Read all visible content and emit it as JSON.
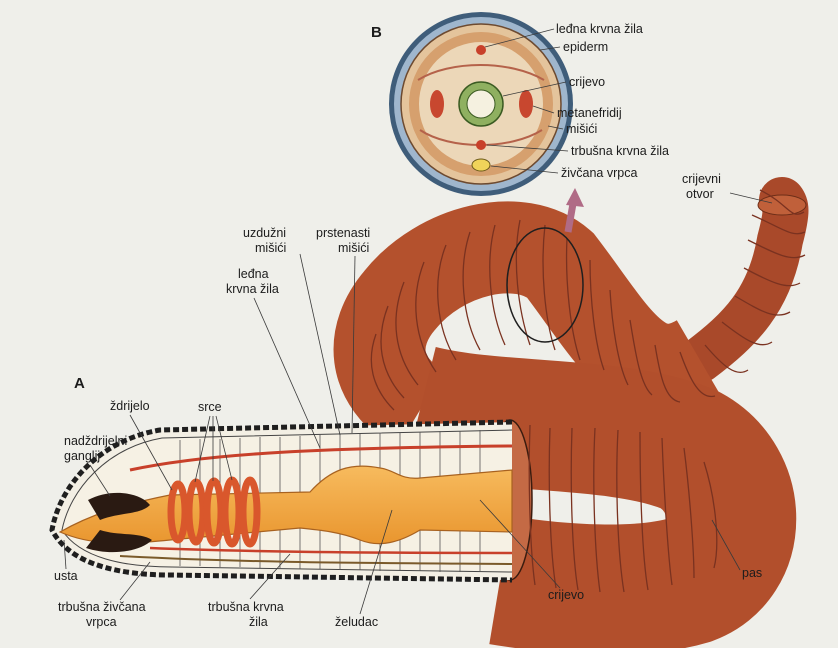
{
  "panel_a": {
    "letter": "A"
  },
  "panel_b": {
    "letter": "B"
  },
  "labels_b": {
    "ledna_krvna_zila": "leđna krvna žila",
    "epiderm": "epiderm",
    "crijevo": "crijevo",
    "metanefridij": "metanefridij",
    "misici": "mišići",
    "trbusna_krvna_zila": "trbušna krvna žila",
    "zivcana_vrpca": "živčana vrpca"
  },
  "labels_a": {
    "crijevni_otvor_1": "crijevni",
    "crijevni_otvor_2": "otvor",
    "uzduzni_1": "uzdužni",
    "uzduzni_2": "mišići",
    "prstenasti_1": "prstenasti",
    "prstenasti_2": "mišići",
    "ledna_1": "leđna",
    "ledna_2": "krvna žila",
    "zdrijelo": "ždrijelo",
    "srce": "srce",
    "nadzdrijelni_1": "nadždrijelni",
    "nadzdrijelni_2": "ganglij",
    "usta": "usta",
    "trbusna_zivcana_1": "trbušna živčana",
    "trbusna_zivcana_2": "vrpca",
    "trbusna_krvna_1": "trbušna krvna",
    "trbusna_krvna_2": "žila",
    "zeludac": "želudac",
    "crijevo": "crijevo",
    "pas": "pas"
  },
  "colors": {
    "body": "#b8552f",
    "body_dark": "#8a3a20",
    "gut": "#f4a948",
    "muscle_ring": "#e06a3c",
    "ganglion": "#2a1a12",
    "cross_section_fill": "#d9a474",
    "epidermis_dots": "#7f9bb5"
  }
}
